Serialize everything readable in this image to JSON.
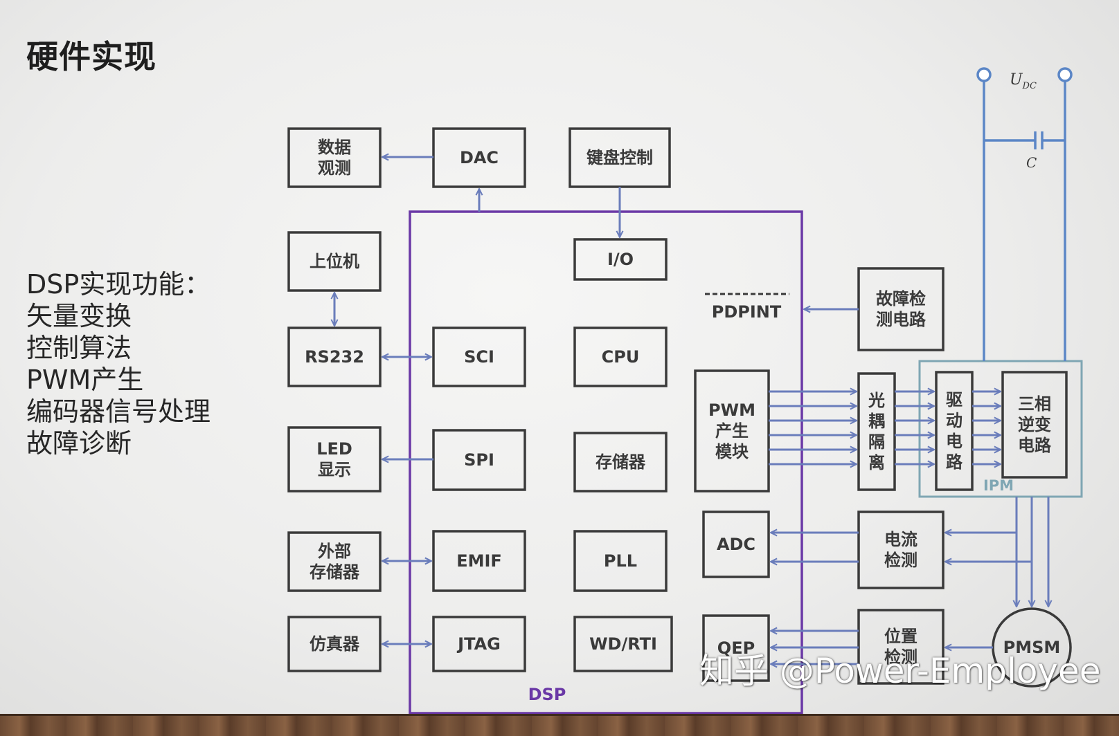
{
  "title": "硬件实现",
  "features": {
    "heading": "DSP实现功能：",
    "items": [
      "矢量变换",
      "控制算法",
      "PWM产生",
      "编码器信号处理",
      "故障诊断"
    ]
  },
  "blocks": {
    "data_observe": "数据\n观测",
    "dac": "DAC",
    "keyboard": "键盘控制",
    "host": "上位机",
    "io": "I/O",
    "pdpint": "PDPINT",
    "fault_detect": "故障检\n测电路",
    "rs232": "RS232",
    "sci": "SCI",
    "cpu": "CPU",
    "pwm": "PWM\n产生\n模块",
    "opto": "光\n耦\n隔\n离",
    "driver": "驱\n动\n电\n路",
    "inverter": "三相\n逆变\n电路",
    "ipm": "IPM",
    "led": "LED\n显示",
    "spi": "SPI",
    "memory": "存储器",
    "adc": "ADC",
    "current": "电流\n检测",
    "ext_mem": "外部\n存储器",
    "emif": "EMIF",
    "pll": "PLL",
    "emulator": "仿真器",
    "jtag": "JTAG",
    "wd": "WD/RTI",
    "qep": "QEP",
    "position": "位置\n检测",
    "pmsm": "PMSM",
    "dsp": "DSP",
    "udc": "U",
    "udc_sub": "DC",
    "cap": "C"
  },
  "colors": {
    "dsp_border": "#6a38a6",
    "ipm_border": "#7fa6b3",
    "connector": "#6a7dbb",
    "bus": "#5b86c6"
  },
  "watermark": "知乎 @Power-Employee"
}
